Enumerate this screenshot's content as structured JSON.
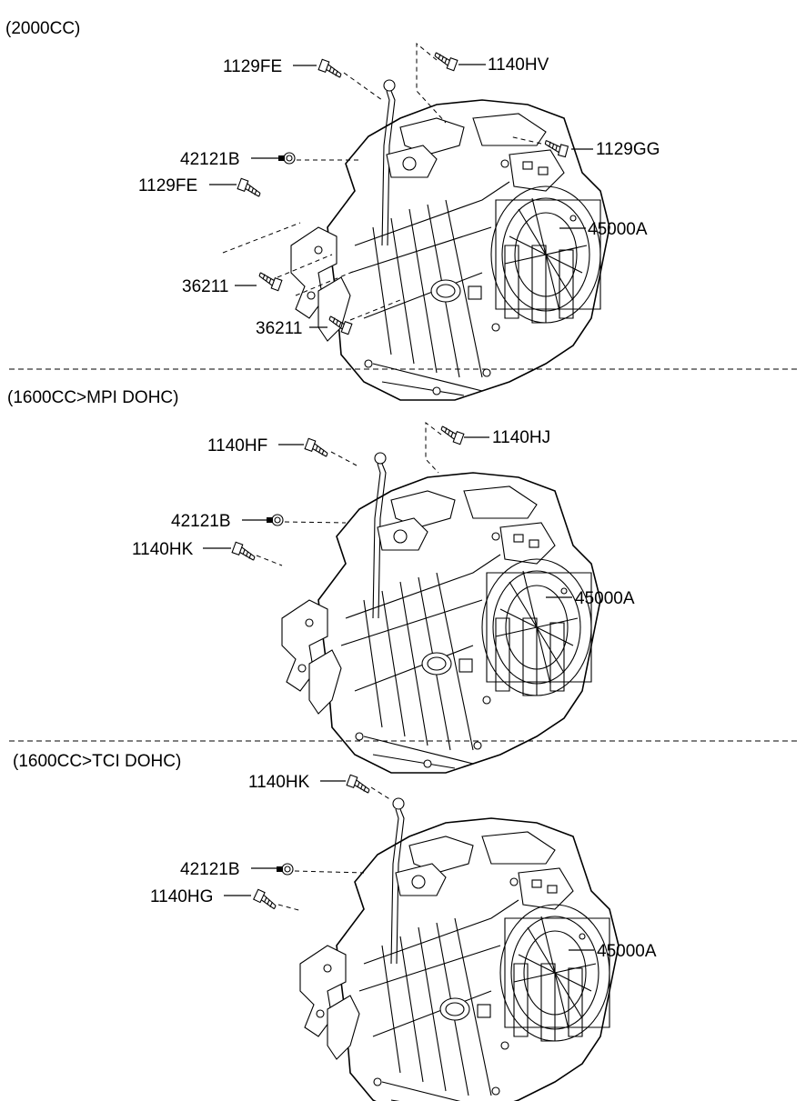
{
  "sections": [
    {
      "title": "(2000CC)",
      "labels": {
        "l1129FE_top": "1129FE",
        "l1140HV": "1140HV",
        "l1129GG": "1129GG",
        "l42121B": "42121B",
        "l1129FE_mid": "1129FE",
        "l45000A": "45000A",
        "l36211_a": "36211",
        "l36211_b": "36211"
      }
    },
    {
      "title": "(1600CC>MPI DOHC)",
      "labels": {
        "l1140HF": "1140HF",
        "l1140HJ": "1140HJ",
        "l42121B": "42121B",
        "l1140HK": "1140HK",
        "l45000A": "45000A"
      }
    },
    {
      "title": "(1600CC>TCI DOHC)",
      "labels": {
        "l1140HK": "1140HK",
        "l42121B": "42121B",
        "l1140HG": "1140HG",
        "l45000A": "45000A"
      }
    }
  ]
}
